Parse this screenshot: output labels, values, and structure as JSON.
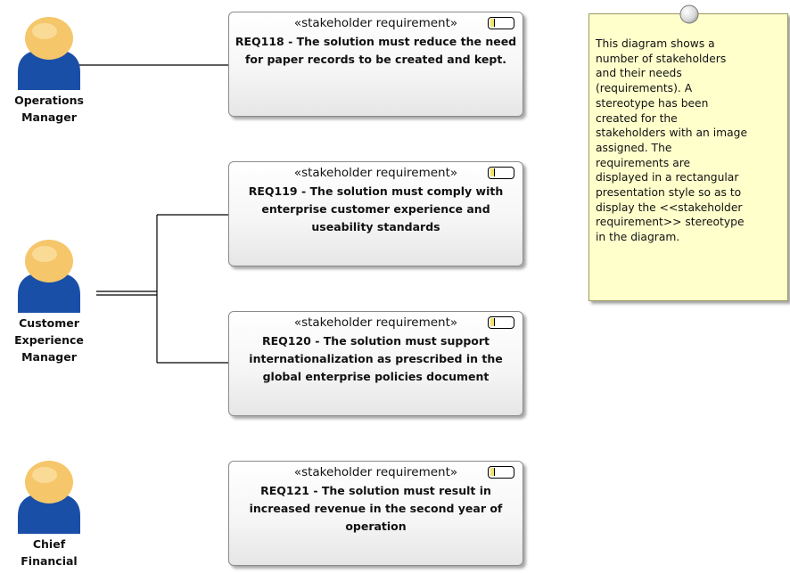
{
  "actors": [
    {
      "id": "operations",
      "label": "Operations\nManager"
    },
    {
      "id": "customer",
      "label": "Customer\nExperience\nManager"
    },
    {
      "id": "cfo",
      "label": "Chief\nFinancial"
    }
  ],
  "requirements": [
    {
      "stereotype": "«stakeholder requirement»",
      "text": "REQ118 - The solution must reduce the need for paper records to be created and kept."
    },
    {
      "stereotype": "«stakeholder requirement»",
      "text": "REQ119 - The solution must comply with enterprise customer experience and useability standards"
    },
    {
      "stereotype": "«stakeholder requirement»",
      "text": "REQ120 - The solution must support internationalization as prescribed in the global enterprise policies document"
    },
    {
      "stereotype": "«stakeholder requirement»",
      "text": "REQ121 - The solution must result in increased revenue in the second year of operation"
    }
  ],
  "note": {
    "text": "This diagram shows a\nnumber of stakeholders\nand their needs\n(requirements). A\nstereotype has been\ncreated for the\nstakeholders with an image\nassigned. The\nrequirements are\ndisplayed in a rectangular\npresentation style so as to\ndisplay the <<stakeholder\nrequirement>> stereotype\nin the diagram."
  },
  "colors": {
    "actor_head": "#f5c66a",
    "actor_body": "#1a4fa8",
    "note_fill": "#ffffcc",
    "requirement_icon_fill": "#f3e26a"
  },
  "icons": {
    "actor": "stakeholder-person-icon",
    "requirement": "requirement-element-icon",
    "note": "note-pin-icon"
  }
}
